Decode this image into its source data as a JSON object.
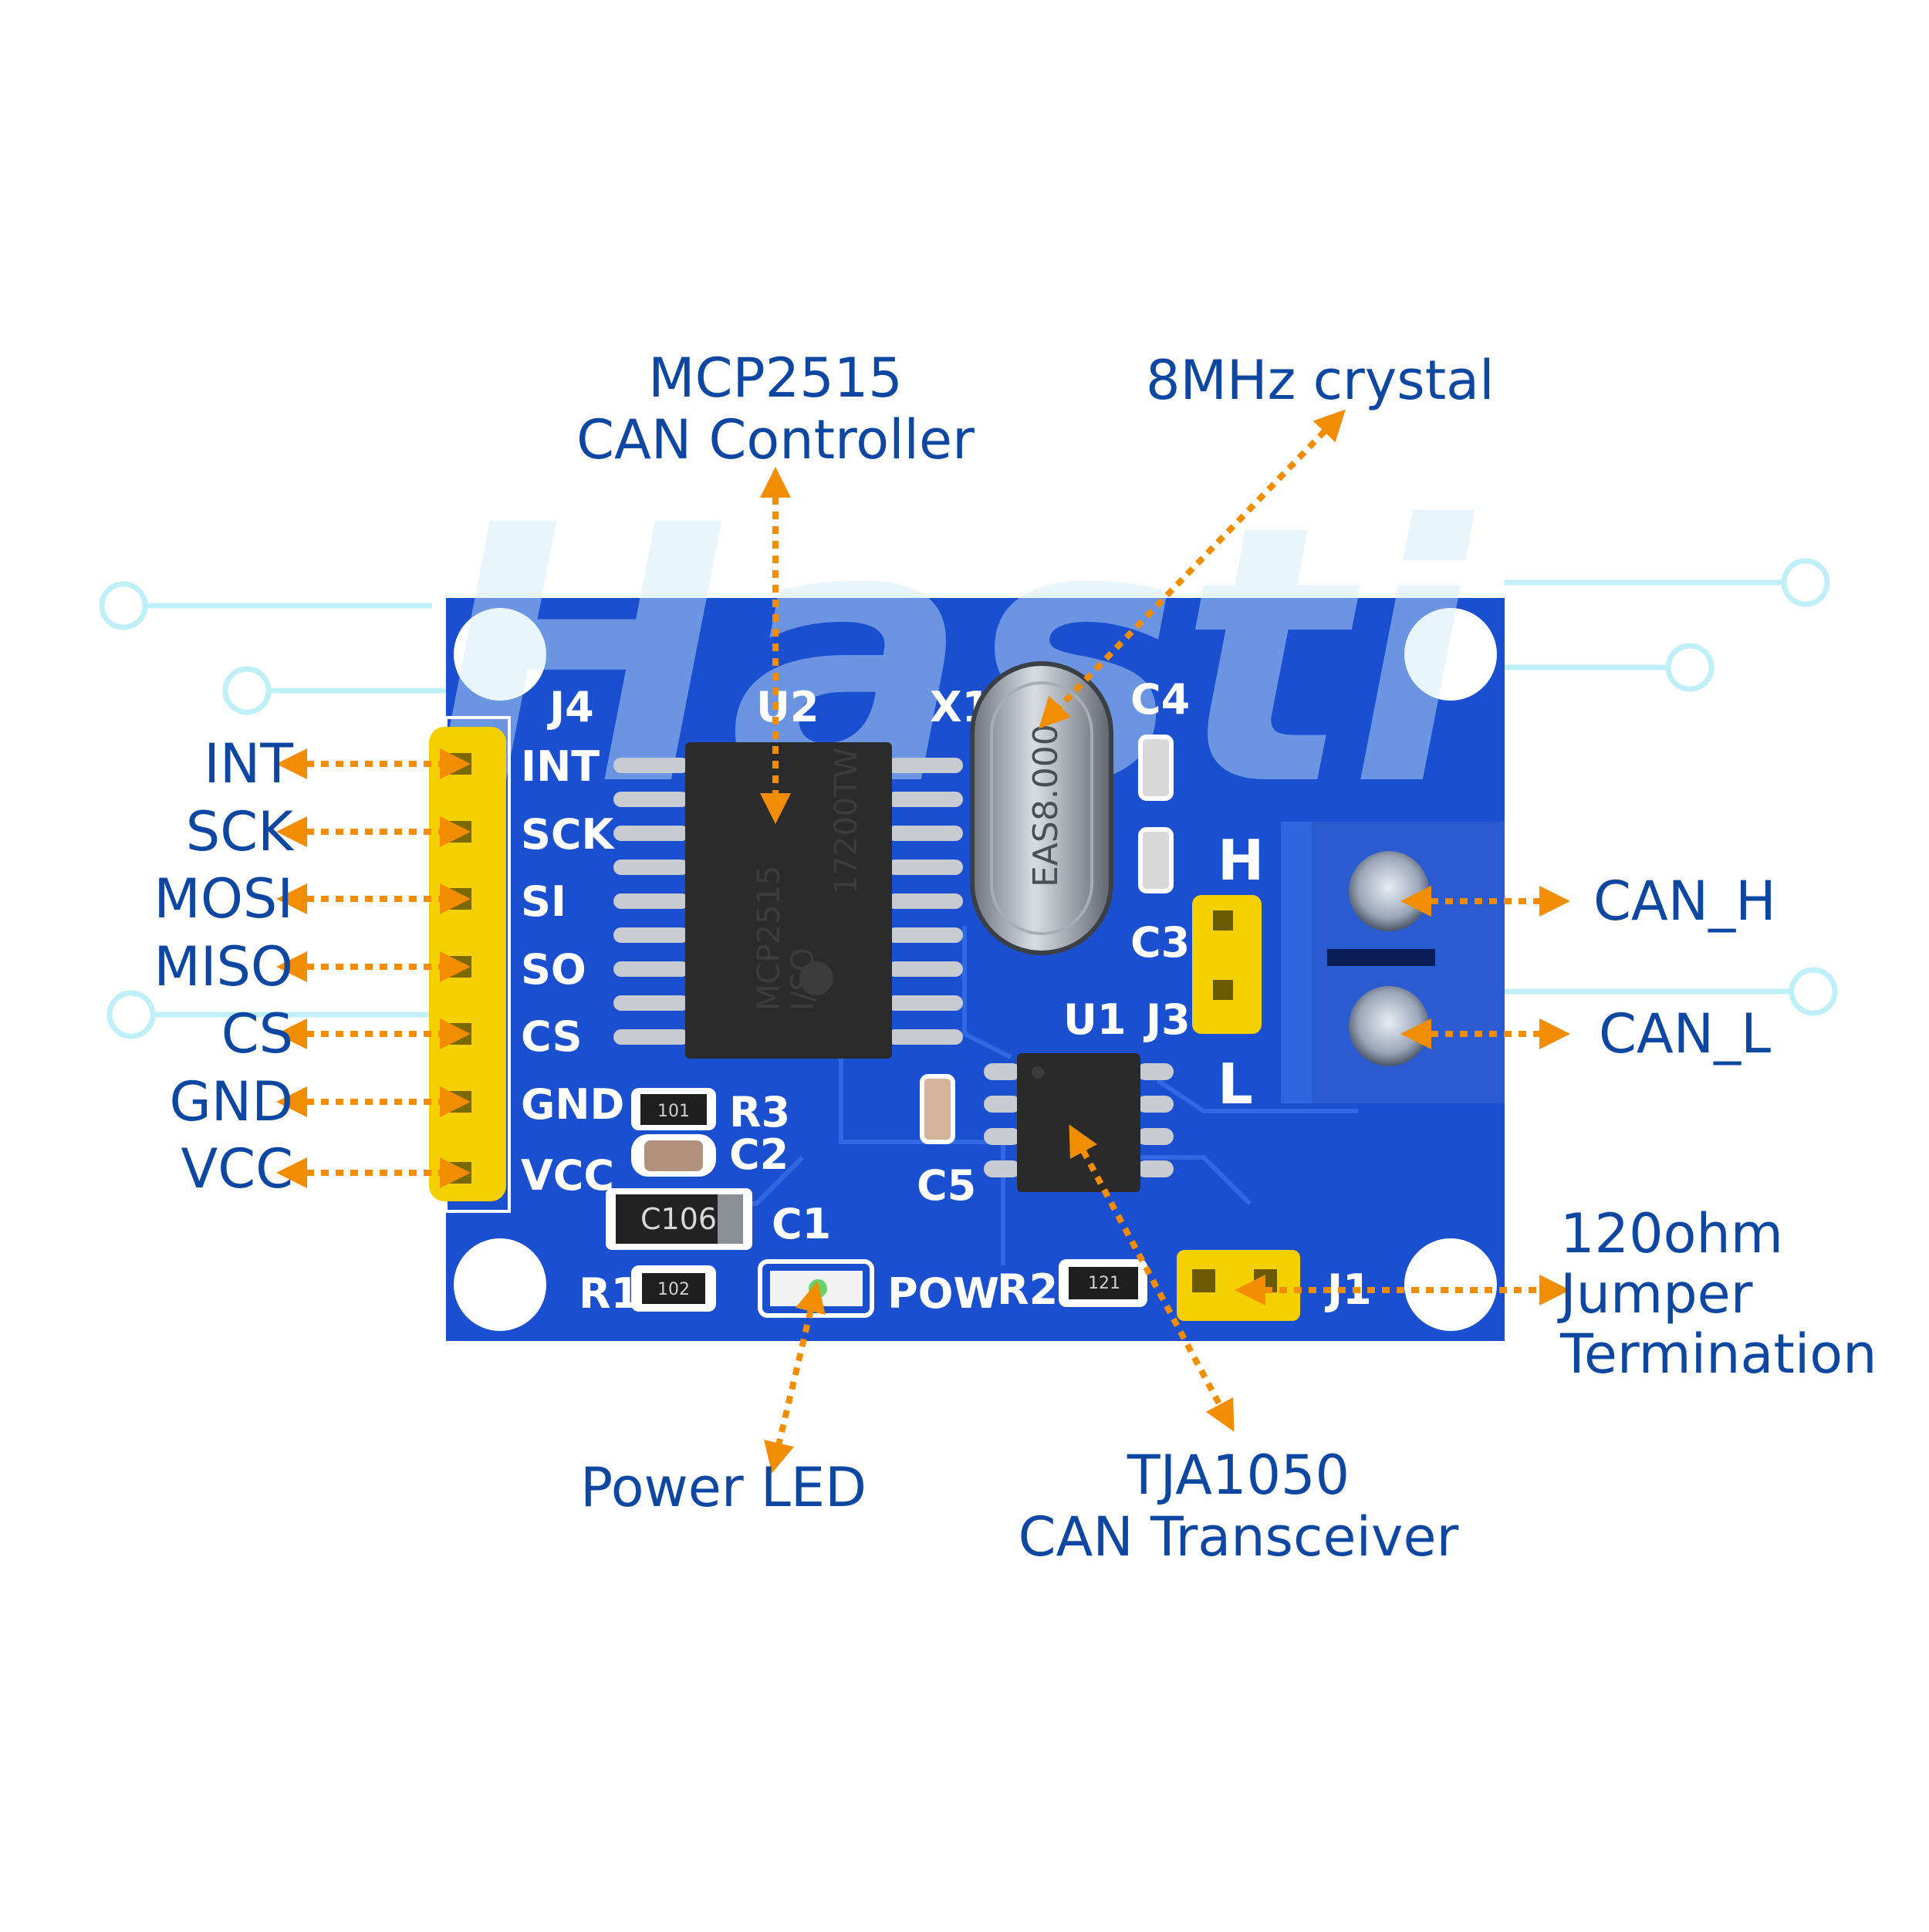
{
  "watermark": "Hasti",
  "pin_labels": [
    "INT",
    "SCK",
    "MOSI",
    "MISO",
    "CS",
    "GND",
    "VCC"
  ],
  "silkscreen": {
    "j4": "J4",
    "u2": "U2",
    "x1": "X1",
    "c4": "C4",
    "c3": "C3",
    "j3": "J3",
    "h": "H",
    "l": "L",
    "u1": "U1",
    "c5": "C5",
    "r3": "R3",
    "c2": "C2",
    "c1": "C1",
    "r1": "R1",
    "pow": "POW",
    "r2": "R2",
    "j1": "J1",
    "pins": [
      "INT",
      "SCK",
      "SI",
      "SO",
      "CS",
      "GND",
      "VCC"
    ],
    "chip_main": [
      "MCP2515",
      "I/SO",
      "17200TW"
    ],
    "crystal": "EAS8.000",
    "cap_c1": "C106",
    "res_r3": "101",
    "res_r1": "102",
    "res_r2": "121"
  },
  "callouts": {
    "mcp_line1": "MCP2515",
    "mcp_line2": "CAN Controller",
    "crystal": "8MHz crystal",
    "can_h": "CAN_H",
    "can_l": "CAN_L",
    "jumper_line1": "120ohm",
    "jumper_line2": "Jumper",
    "jumper_line3": "Termination",
    "power_led": "Power LED",
    "tja_line1": "TJA1050",
    "tja_line2": "CAN Transceiver"
  },
  "colors": {
    "pcb": "#1a4fd0",
    "label_text": "#0d47a1",
    "arrow": "#f28c00",
    "header_yellow": "#f5d000",
    "terminal_blue": "#2f66e0",
    "trace_cyan": "#bff0f7"
  }
}
